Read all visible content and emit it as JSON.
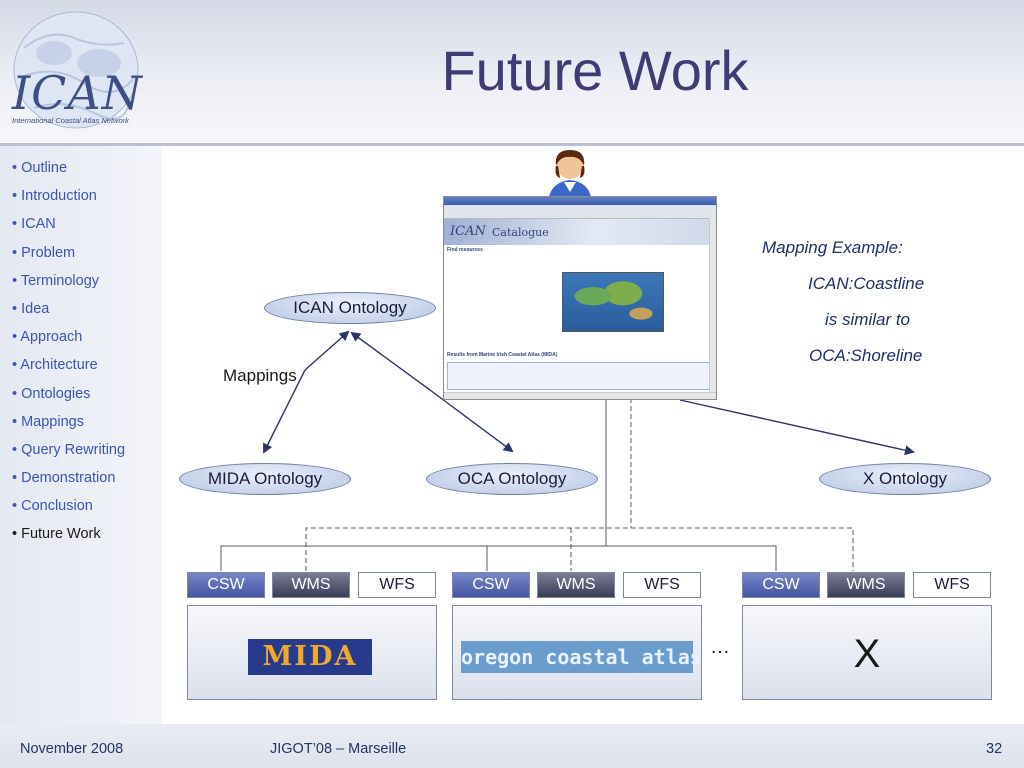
{
  "slide": {
    "title": "Future Work",
    "logo": {
      "text": "ICAN",
      "subtitle": "International Coastal Atlas Network"
    },
    "sidebar_items": [
      {
        "label": "• Outline",
        "current": false
      },
      {
        "label": "• Introduction",
        "current": false
      },
      {
        "label": "• ICAN",
        "current": false
      },
      {
        "label": "• Problem",
        "current": false
      },
      {
        "label": "• Terminology",
        "current": false
      },
      {
        "label": "• Idea",
        "current": false
      },
      {
        "label": "• Approach",
        "current": false
      },
      {
        "label": "• Architecture",
        "current": false
      },
      {
        "label": "• Ontologies",
        "current": false
      },
      {
        "label": "• Mappings",
        "current": false
      },
      {
        "label": "• Query Rewriting",
        "current": false
      },
      {
        "label": "• Demonstration",
        "current": false
      },
      {
        "label": "• Conclusion",
        "current": false
      },
      {
        "label": "• Future Work",
        "current": true
      }
    ],
    "footer": {
      "date": "November 2008",
      "event": "JIGOT’08 – Marseille",
      "page": "32"
    }
  },
  "diagram": {
    "ontologies": {
      "ican": "ICAN Ontology",
      "mida": "MIDA Ontology",
      "oca": "OCA Ontology",
      "x": "X Ontology"
    },
    "mappings_label": "Mappings",
    "mapping_example": {
      "heading": "Mapping Example:",
      "line1": "ICAN:Coastline",
      "line2": "is similar to",
      "line3": "OCA:Shoreline"
    },
    "services": {
      "csw": "CSW",
      "wms": "WMS",
      "wfs": "WFS"
    },
    "atlases": {
      "mida": "MIDA",
      "oca": "oregon coastal atlas",
      "x": "X"
    },
    "ellipsis": "…",
    "browser": {
      "banner_logo": "ICAN",
      "banner_catalogue": "Catalogue",
      "find_resources": "Find resources",
      "results_heading": "Results from Marine Irish Coastal Atlas (MIDA)"
    }
  },
  "colors": {
    "title": "#3f3c74",
    "sidebar_link": "#3a55b6",
    "arrow": "#2b3466"
  }
}
